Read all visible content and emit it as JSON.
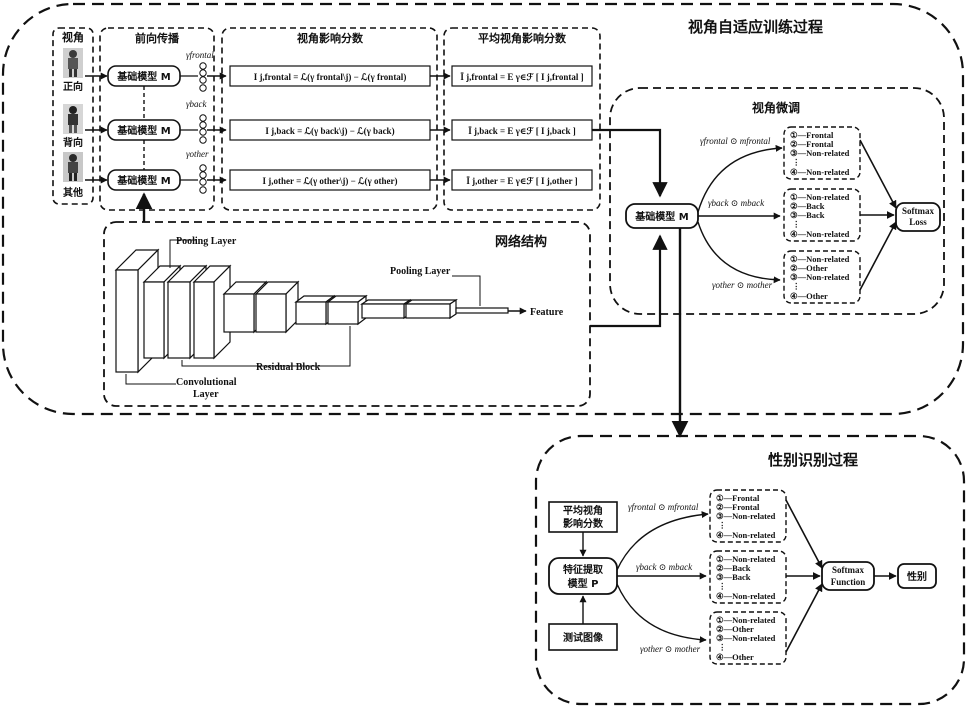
{
  "sections": {
    "adaptive_title": "视角自适应训练过程",
    "gender_title": "性别识别过程",
    "fine_tune_title": "视角微调",
    "network_title": "网络结构"
  },
  "view_column": {
    "header": "视角",
    "labels": [
      "正向",
      "背向",
      "其他"
    ]
  },
  "forward": {
    "header": "前向传播",
    "model_label": "基础模型 M",
    "gammas": [
      "γfrontal",
      "γback",
      "γother"
    ]
  },
  "influence": {
    "header": "视角影响分数",
    "formulas": [
      "I j,frontal = ℒ(γ frontal\\j) − ℒ(γ frontal)",
      "I j,back = ℒ(γ back\\j) − ℒ(γ back)",
      "I j,other = ℒ(γ other\\j) − ℒ(γ other)"
    ]
  },
  "average": {
    "header": "平均视角影响分数",
    "formulas": [
      "Ī j,frontal = E γ∈ℱ [ I j,frontal ]",
      "Ī j,back = E γ∈ℱ [ I j,back ]",
      "Ī j,other = E γ∈ℱ [ I j,other ]"
    ]
  },
  "network": {
    "pooling_top": "Pooling Layer",
    "pooling_right": "Pooling Layer",
    "residual": "Residual Block",
    "conv_line1": "Convolutional",
    "conv_line2": "Layer",
    "feature": "Feature"
  },
  "finetune": {
    "model_label": "基础模型 M",
    "branches": [
      {
        "label": "γfrontal ⊙ mfrontal",
        "items": [
          "①—Frontal",
          "②—Frontal",
          "③—Non-related",
          "⋮",
          "④—Non-related"
        ]
      },
      {
        "label": "γback ⊙ mback",
        "items": [
          "①—Non-related",
          "②—Back",
          "③—Back",
          "⋮",
          "④—Non-related"
        ]
      },
      {
        "label": "γother ⊙ mother",
        "items": [
          "①—Non-related",
          "②—Other",
          "③—Non-related",
          "⋮",
          "④—Other"
        ]
      }
    ],
    "softmax": [
      "Softmax",
      "Loss"
    ]
  },
  "gender": {
    "avg_score": [
      "平均视角",
      "影响分数"
    ],
    "extract": [
      "特征提取",
      "模型 P"
    ],
    "test_image": "测试图像",
    "branches": [
      {
        "label": "γfrontal ⊙ mfrontal",
        "items": [
          "①—Frontal",
          "②—Frontal",
          "③—Non-related",
          "⋮",
          "④—Non-related"
        ]
      },
      {
        "label": "γback ⊙ mback",
        "items": [
          "①—Non-related",
          "②—Back",
          "③—Back",
          "⋮",
          "④—Non-related"
        ]
      },
      {
        "label": "γother ⊙ mother",
        "items": [
          "①—Non-related",
          "②—Other",
          "③—Non-related",
          "⋮",
          "④—Other"
        ]
      }
    ],
    "softmax": [
      "Softmax",
      "Function"
    ],
    "output": "性别"
  }
}
